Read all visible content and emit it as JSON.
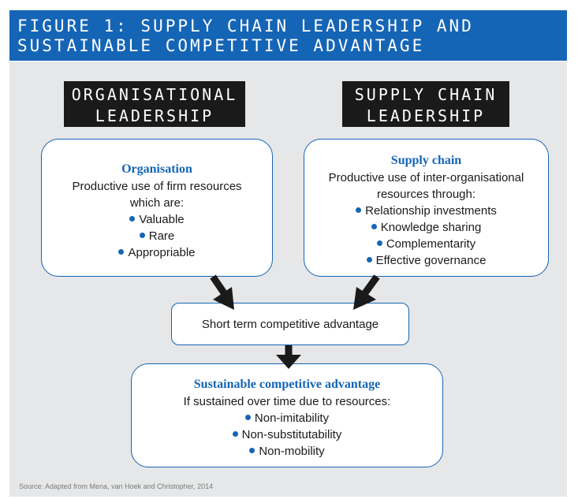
{
  "title": {
    "line1": "FIGURE 1: SUPPLY CHAIN LEADERSHIP AND",
    "line2": "SUSTAINABLE COMPETITIVE ADVANTAGE"
  },
  "headers": {
    "organisational": {
      "line1": "ORGANISATIONAL",
      "line2": "LEADERSHIP"
    },
    "supply_chain": {
      "line1": "SUPPLY CHAIN",
      "line2": "LEADERSHIP"
    }
  },
  "organisation_box": {
    "heading": "Organisation",
    "text_line1": "Productive use of firm resources",
    "text_line2": "which are:",
    "bullets": [
      "Valuable",
      "Rare",
      "Appropriable"
    ]
  },
  "supply_chain_box": {
    "heading": "Supply chain",
    "text_line1": "Productive use of inter-organisational",
    "text_line2": "resources through:",
    "bullets": [
      "Relationship investments",
      "Knowledge sharing",
      "Complementarity",
      "Effective governance"
    ]
  },
  "short_term_box": {
    "text": "Short term competitive advantage"
  },
  "sustainable_box": {
    "heading": "Sustainable competitive advantage",
    "text": "If sustained over time due to resources:",
    "bullets": [
      "Non-imitability",
      "Non-substitutability",
      "Non-mobility"
    ]
  },
  "source": "Source: Adapted from Mena, van Hoek and Christopher, 2014",
  "colors": {
    "brand_blue": "#1565b6",
    "header_black": "#1a1a1a",
    "panel_gray": "#e6e7e8",
    "arrow": "#1a1a1a"
  }
}
